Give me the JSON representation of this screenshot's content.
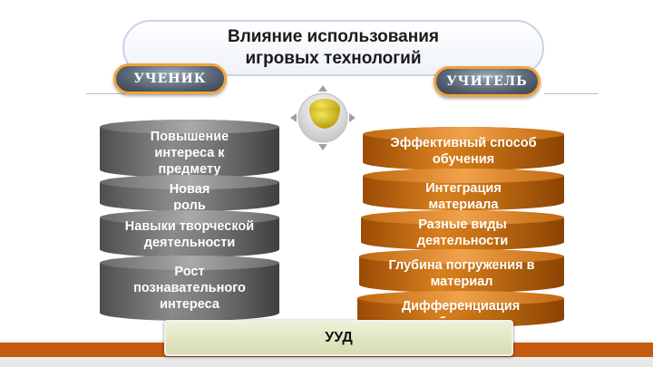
{
  "title": "Влияние использования\nигровых технологий",
  "badges": {
    "left": "УЧЕНИК",
    "right": "УЧИТЕЛЬ"
  },
  "left_stack": [
    "Повышение\nинтереса к\nпредмету",
    "Новая\nроль",
    "Навыки творческой\nдеятельности",
    "Рост\nпознавательного\nинтереса"
  ],
  "right_stack": [
    "Эффективный способ\nобучения",
    "Интеграция\nматериала",
    "Разные виды\nдеятельности",
    "Глубина погружения в\nматериал",
    "Дифференциация\nобучения"
  ],
  "bottom_label": "УУД",
  "colors": {
    "accent": "#c55a11",
    "gray_stack": "#7a7a7a",
    "orange_stack": "#d9801e",
    "badge_border": "#f3a23a"
  }
}
